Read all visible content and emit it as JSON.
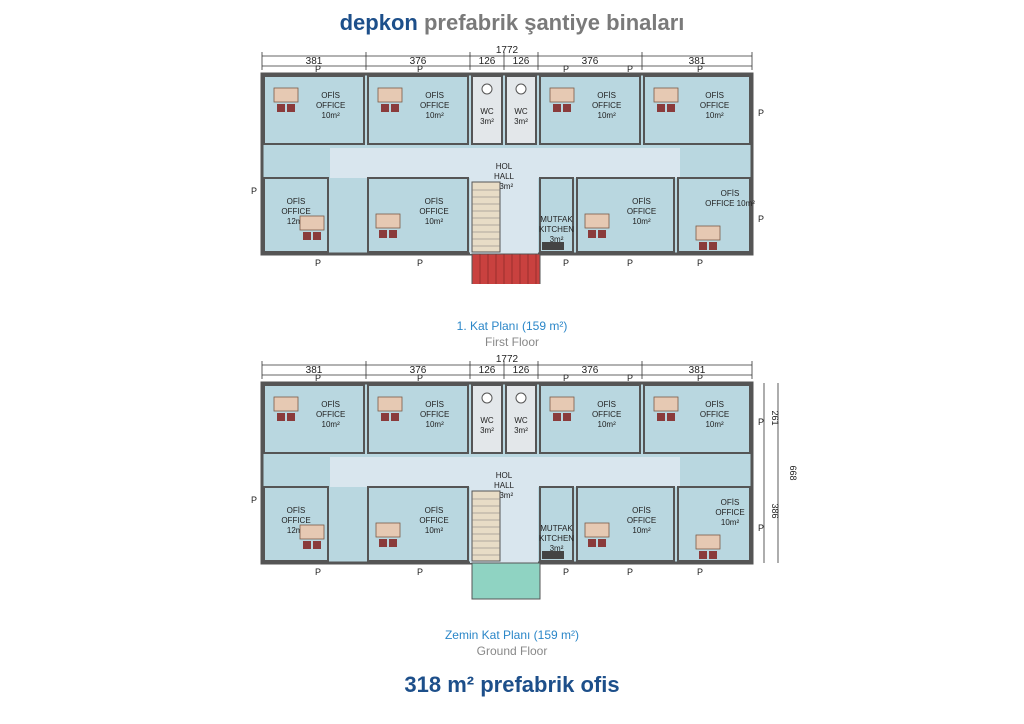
{
  "header": {
    "brand": "depkon",
    "rest": "prefabrik şantiye binaları"
  },
  "plans": [
    {
      "id": "first",
      "total": "1772",
      "segments": [
        "381",
        "376",
        "126",
        "126",
        "376",
        "381"
      ],
      "rooms": {
        "top": [
          {
            "l1": "OFİS",
            "l2": "OFFICE",
            "l3": "10m²"
          },
          {
            "l1": "OFİS",
            "l2": "OFFICE",
            "l3": "10m²"
          },
          {
            "l1": "WC",
            "l2": "3m²",
            "l3": ""
          },
          {
            "l1": "WC",
            "l2": "3m²",
            "l3": ""
          },
          {
            "l1": "OFİS",
            "l2": "OFFICE",
            "l3": "10m²"
          },
          {
            "l1": "OFİS",
            "l2": "OFFICE",
            "l3": "10m²"
          }
        ],
        "bottom": [
          {
            "l1": "OFİS",
            "l2": "OFFICE",
            "l3": "12m²"
          },
          {
            "l1": "OFİS",
            "l2": "OFFICE",
            "l3": "10m²"
          },
          {
            "l1": "MUTFAK",
            "l2": "KITCHEN",
            "l3": "3m²"
          },
          {
            "l1": "OFİS",
            "l2": "OFFICE",
            "l3": "10m²"
          },
          {
            "l1": "OFİS",
            "l2": "OFFICE 10m²",
            "l3": ""
          }
        ],
        "hall": {
          "l1": "HOL",
          "l2": "HALL",
          "l3": "23m²"
        }
      },
      "caption_tr": "1. Kat Planı (159 m²)",
      "caption_en": "First Floor"
    },
    {
      "id": "ground",
      "total": "1772",
      "segments": [
        "381",
        "376",
        "126",
        "126",
        "376",
        "381"
      ],
      "side": [
        "261",
        "386",
        "668"
      ],
      "rooms": {
        "top": [
          {
            "l1": "OFİS",
            "l2": "OFFICE",
            "l3": "10m²"
          },
          {
            "l1": "OFİS",
            "l2": "OFFICE",
            "l3": "10m²"
          },
          {
            "l1": "WC",
            "l2": "3m²",
            "l3": ""
          },
          {
            "l1": "WC",
            "l2": "3m²",
            "l3": ""
          },
          {
            "l1": "OFİS",
            "l2": "OFFICE",
            "l3": "10m²"
          },
          {
            "l1": "OFİS",
            "l2": "OFFICE",
            "l3": "10m²"
          }
        ],
        "bottom": [
          {
            "l1": "OFİS",
            "l2": "OFFICE",
            "l3": "12m²"
          },
          {
            "l1": "OFİS",
            "l2": "OFFICE",
            "l3": "10m²"
          },
          {
            "l1": "MUTFAK",
            "l2": "KITCHEN",
            "l3": "3m²"
          },
          {
            "l1": "OFİS",
            "l2": "OFFICE",
            "l3": "10m²"
          },
          {
            "l1": "OFİS",
            "l2": "OFFICE",
            "l3": "10m²"
          }
        ],
        "hall": {
          "l1": "HOL",
          "l2": "HALL",
          "l3": "23m²"
        }
      },
      "caption_tr": "Zemin Kat Planı (159 m²)",
      "caption_en": "Ground Floor"
    }
  ],
  "panel_mark": "P",
  "footer": "318 m² prefabrik ofis",
  "colors": {
    "room": "#b9d7e0",
    "hall": "#d9e6ee",
    "wall": "#555555",
    "brand": "#1d4f8a",
    "stairs_top": "#c9413f",
    "stairs_ground": "#8fd3c2"
  }
}
